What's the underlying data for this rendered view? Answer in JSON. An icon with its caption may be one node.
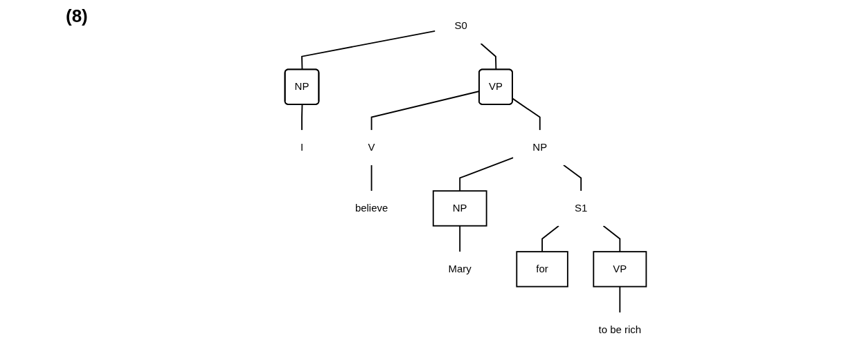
{
  "diagram": {
    "nodes": [
      {
        "text": [
          "S0"
        ]
      },
      {
        "text": [
          "NP"
        ]
      },
      {
        "text": [
          "VP"
        ]
      },
      {
        "text": [
          "I"
        ]
      },
      {
        "text": [
          "V"
        ]
      },
      {
        "text": [
          "NP"
        ]
      },
      {
        "text": [
          "believe"
        ]
      },
      {
        "text": [
          "NP"
        ]
      },
      {
        "text": [
          "S1"
        ]
      },
      {
        "text": [
          "Mary"
        ]
      },
      {
        "text": [
          "for"
        ]
      },
      {
        "text": [
          "VP"
        ]
      },
      {
        "text": [
          "to be rich"
        ]
      }
    ],
    "edges": [
      {
        "from": 0,
        "to": 1,
        "arrow": "none"
      },
      {
        "from": 0,
        "to": 2,
        "arrow": "none"
      },
      {
        "from": 1,
        "to": 3,
        "arrow": "none"
      },
      {
        "from": 2,
        "to": 4,
        "arrow": "none"
      },
      {
        "from": 2,
        "to": 5,
        "arrow": "none"
      },
      {
        "from": 4,
        "to": 6,
        "arrow": "none"
      },
      {
        "from": 5,
        "to": 7,
        "arrow": "none"
      },
      {
        "from": 5,
        "to": 8,
        "arrow": "none"
      },
      {
        "from": 7,
        "to": 9,
        "arrow": "none"
      },
      {
        "from": 8,
        "to": 10,
        "arrow": "none"
      },
      {
        "from": 8,
        "to": 11,
        "arrow": "none"
      },
      {
        "from": 11,
        "to": 12,
        "arrow": "none"
      }
    ],
    "labels": [
      "(8)"
    ]
  }
}
